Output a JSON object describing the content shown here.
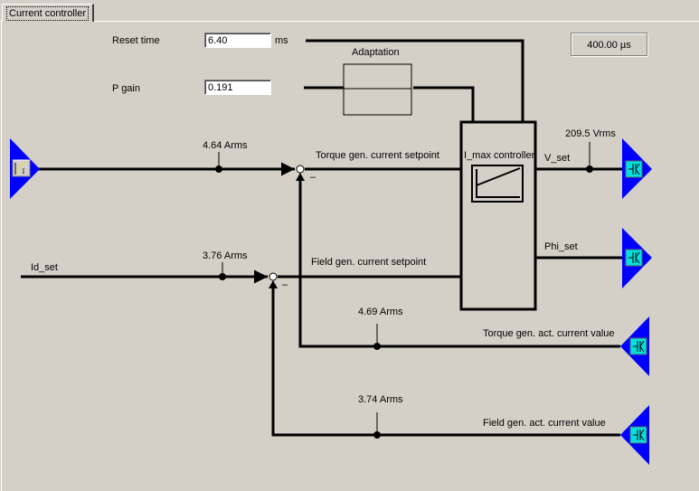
{
  "tab": {
    "label": "Current controller"
  },
  "sampling_time": "400.00 µs",
  "reset_time": {
    "label": "Reset time",
    "value": "6.40",
    "unit": "ms"
  },
  "p_gain": {
    "label": "P gain",
    "value": "0.191"
  },
  "adaptation": {
    "label": "Adaptation"
  },
  "imax_controller": {
    "label": "I_max controller"
  },
  "signals": {
    "torque_setpoint": {
      "label": "Torque gen. current setpoint",
      "value": "4.64 Arms"
    },
    "field_setpoint": {
      "label": "Field gen. current setpoint",
      "value": "3.76 Arms"
    },
    "id_set": {
      "label": "Id_set"
    },
    "v_set": {
      "label": "V_set",
      "value": "209.5 Vrms"
    },
    "phi_set": {
      "label": "Phi_set"
    },
    "torque_actual": {
      "label": "Torque gen. act. current value",
      "value": "4.69 Arms"
    },
    "field_actual": {
      "label": "Field gen. act. current value",
      "value": "3.74 Arms"
    }
  },
  "junction_sign": "–",
  "icons": {
    "input_connector": "setpoint-ramp-icon",
    "output_connector": "connector-link-icon"
  },
  "colors": {
    "connector_triangle": "#0000ff",
    "connector_button": "#00e0e0",
    "background": "#d4d0c8"
  }
}
